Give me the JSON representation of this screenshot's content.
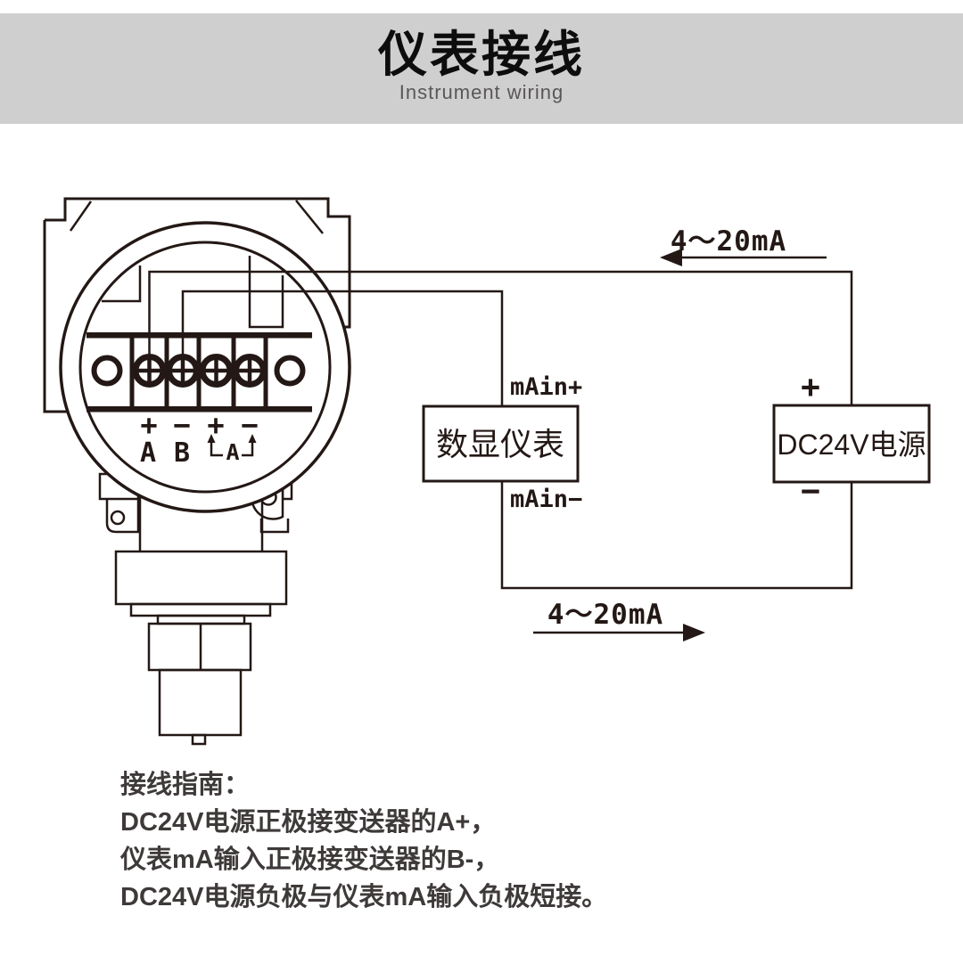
{
  "header": {
    "title": "仪表接线",
    "subtitle": "Instrument wiring",
    "band_color": "#d0cfd0"
  },
  "diagram": {
    "line_color": "#231815",
    "current_label_top": "4～20mA",
    "current_label_bottom": "4～20mA",
    "meter_box": {
      "label": "数显仪表",
      "top_label": "mAin+",
      "bottom_label": "mAin−"
    },
    "power_box": {
      "label": "DC24V电源",
      "top_label": "+",
      "bottom_label": "−"
    },
    "terminal_polarity": [
      "+",
      "−",
      "+",
      "−"
    ],
    "terminal_a": "A",
    "terminal_b": "B",
    "bracket_label": "A"
  },
  "instructions": {
    "heading": "接线指南：",
    "lines": [
      "DC24V电源正极接变送器的A+，",
      "仪表mA输入正极接变送器的B-，",
      "DC24V电源负极与仪表mA输入负极短接。"
    ],
    "text_color": "#3e3a39"
  }
}
